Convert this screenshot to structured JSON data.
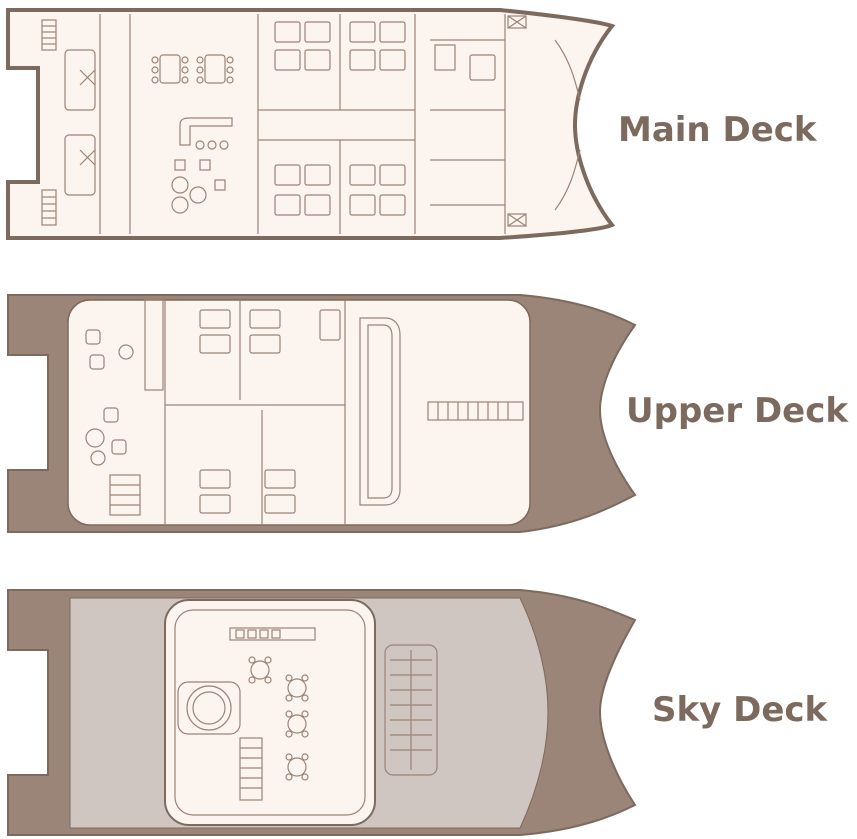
{
  "decks": [
    {
      "id": "main",
      "label": "Main Deck"
    },
    {
      "id": "upper",
      "label": "Upper Deck"
    },
    {
      "id": "sky",
      "label": "Sky Deck"
    }
  ],
  "colors": {
    "hull": "#9b8478",
    "hull_line": "#7d6a5e",
    "floor": "#fcf4ee",
    "sky_floor": "#cfc5c1",
    "sky_mid": "#b5a8a1",
    "text": "#7d6a5e",
    "furniture": "#9b8478"
  }
}
